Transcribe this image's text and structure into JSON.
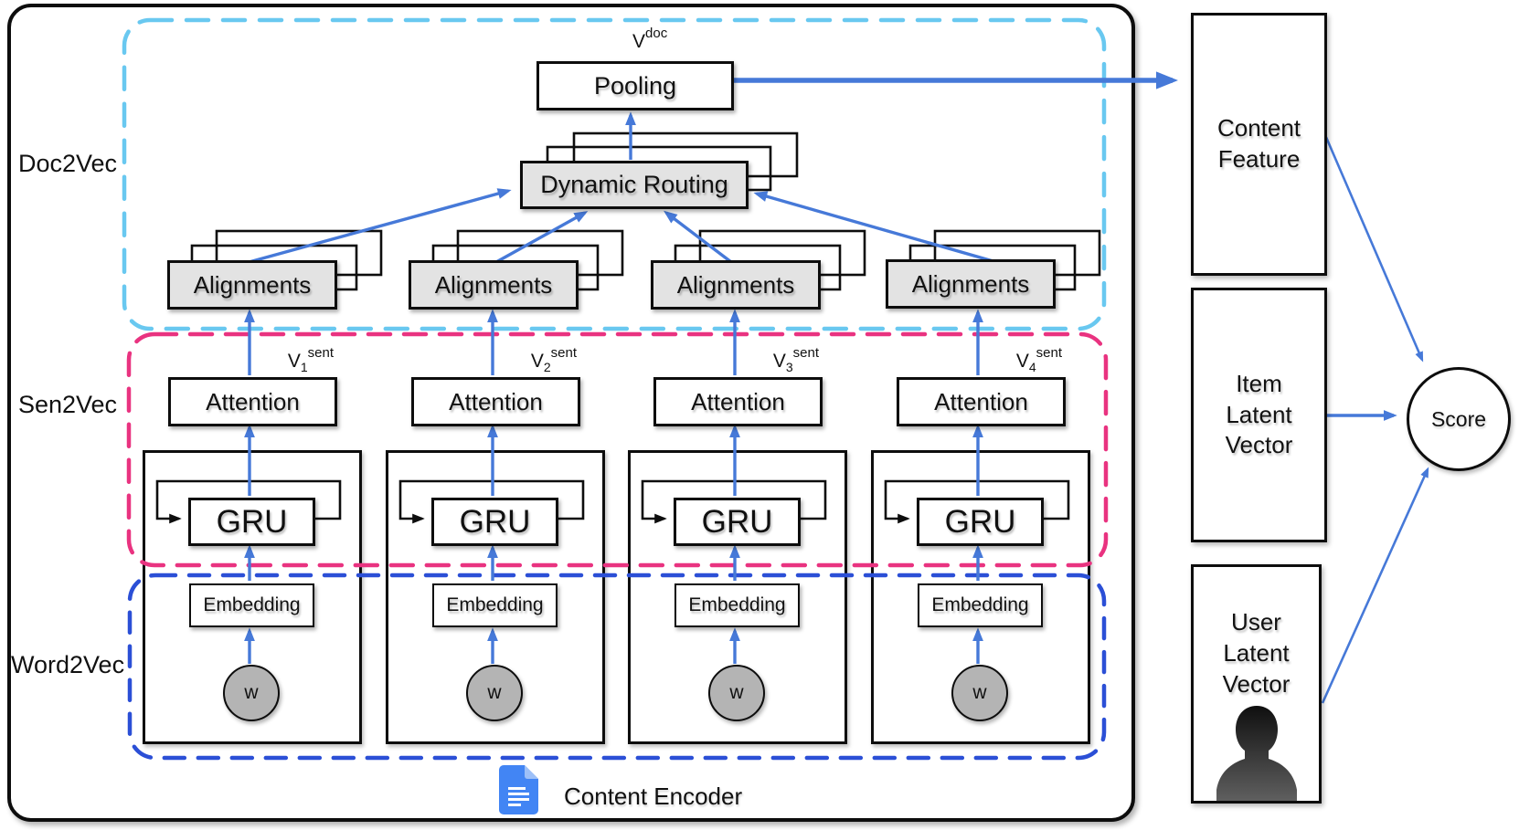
{
  "left_labels": {
    "doc2vec": "Doc2Vec",
    "sen2vec": "Sen2Vec",
    "word2vec": "Word2Vec"
  },
  "doc_level": {
    "pooling_label": "Pooling",
    "pooling_out_base": "V",
    "pooling_out_sup": "doc",
    "dynamic_routing_label": "Dynamic Routing"
  },
  "columns": [
    {
      "alignments": "Alignments",
      "v_base": "V",
      "v_sub": "1",
      "v_sup": "sent",
      "attention": "Attention",
      "gru": "GRU",
      "embedding": "Embedding",
      "word": "w"
    },
    {
      "alignments": "Alignments",
      "v_base": "V",
      "v_sub": "2",
      "v_sup": "sent",
      "attention": "Attention",
      "gru": "GRU",
      "embedding": "Embedding",
      "word": "w"
    },
    {
      "alignments": "Alignments",
      "v_base": "V",
      "v_sub": "3",
      "v_sup": "sent",
      "attention": "Attention",
      "gru": "GRU",
      "embedding": "Embedding",
      "word": "w"
    },
    {
      "alignments": "Alignments",
      "v_base": "V",
      "v_sub": "4",
      "v_sup": "sent",
      "attention": "Attention",
      "gru": "GRU",
      "embedding": "Embedding",
      "word": "w"
    }
  ],
  "footer": {
    "label": "Content Encoder"
  },
  "right_panel": {
    "content_feature": "Content\nFeature",
    "item_latent_vector": "Item\nLatent\nVector",
    "user_latent_vector": "User\nLatent\nVector",
    "score": "Score"
  },
  "colors": {
    "arrow-blue": "#4679d8",
    "dash-cyan": "#69c8f0",
    "dash-pink": "#e93380",
    "dash-blue": "#2b4fd6",
    "box-gray": "#e3e3e3",
    "circle-gray": "#b4b4b4",
    "doc-blue": "#4285f4",
    "doc-fold": "#9dc0f8"
  }
}
